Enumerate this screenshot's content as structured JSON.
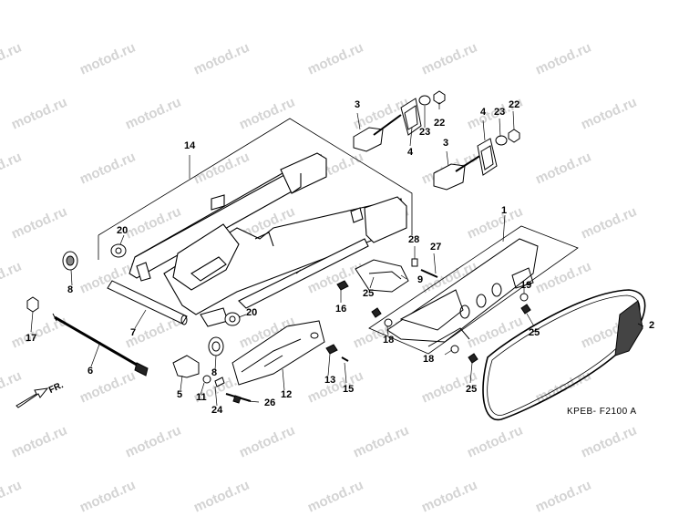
{
  "watermark": "motod.ru",
  "figure_code": "KPEB- F2100 A",
  "direction_label": "FR.",
  "callouts": [
    {
      "id": "c1",
      "text": "1"
    },
    {
      "id": "c2",
      "text": "2"
    },
    {
      "id": "c3a",
      "text": "3"
    },
    {
      "id": "c3b",
      "text": "3"
    },
    {
      "id": "c4a",
      "text": "4"
    },
    {
      "id": "c4b",
      "text": "4"
    },
    {
      "id": "c5",
      "text": "5"
    },
    {
      "id": "c6",
      "text": "6"
    },
    {
      "id": "c7",
      "text": "7"
    },
    {
      "id": "c8a",
      "text": "8"
    },
    {
      "id": "c8b",
      "text": "8"
    },
    {
      "id": "c9",
      "text": "9"
    },
    {
      "id": "c11",
      "text": "11"
    },
    {
      "id": "c12",
      "text": "12"
    },
    {
      "id": "c13",
      "text": "13"
    },
    {
      "id": "c14",
      "text": "14"
    },
    {
      "id": "c15",
      "text": "15"
    },
    {
      "id": "c16",
      "text": "16"
    },
    {
      "id": "c17",
      "text": "17"
    },
    {
      "id": "c18a",
      "text": "18"
    },
    {
      "id": "c18b",
      "text": "18"
    },
    {
      "id": "c19",
      "text": "19"
    },
    {
      "id": "c20a",
      "text": "20"
    },
    {
      "id": "c20b",
      "text": "20"
    },
    {
      "id": "c22a",
      "text": "22"
    },
    {
      "id": "c22b",
      "text": "22"
    },
    {
      "id": "c23a",
      "text": "23"
    },
    {
      "id": "c23b",
      "text": "23"
    },
    {
      "id": "c24",
      "text": "24"
    },
    {
      "id": "c25a",
      "text": "25"
    },
    {
      "id": "c25b",
      "text": "25"
    },
    {
      "id": "c25c",
      "text": "25"
    },
    {
      "id": "c26",
      "text": "26"
    },
    {
      "id": "c27",
      "text": "27"
    },
    {
      "id": "c28",
      "text": "28"
    }
  ]
}
